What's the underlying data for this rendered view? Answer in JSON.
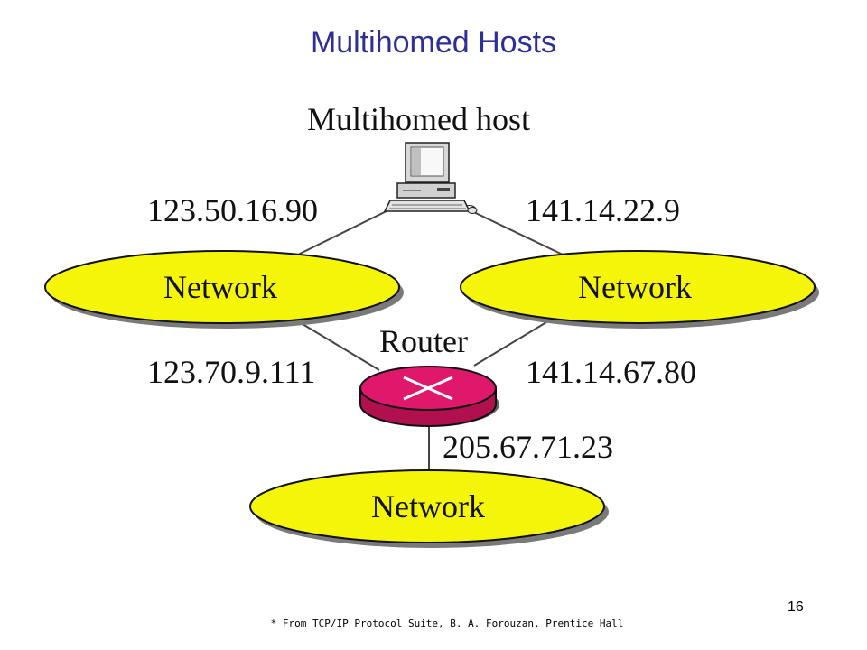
{
  "slide": {
    "title": "Multihomed Hosts",
    "page_number": "16",
    "footnote": "* From TCP/IP Protocol Suite, B. A. Forouzan, Prentice Hall"
  },
  "diagram": {
    "host": {
      "label": "Multihomed host",
      "icon": "desktop-computer-icon"
    },
    "router": {
      "label": "Router",
      "icon": "router-icon"
    },
    "networks": [
      {
        "label": "Network"
      },
      {
        "label": "Network"
      },
      {
        "label": "Network"
      }
    ],
    "addresses": {
      "host_left": "123.50.16.90",
      "host_right": "141.14.22.9",
      "router_left": "123.70.9.111",
      "router_right": "141.14.67.80",
      "router_bottom": "205.67.71.23"
    },
    "colors": {
      "network_fill": "#f5f50a",
      "router_fill": "#e0186c",
      "title": "#2e2e9a",
      "line": "#444444"
    }
  }
}
